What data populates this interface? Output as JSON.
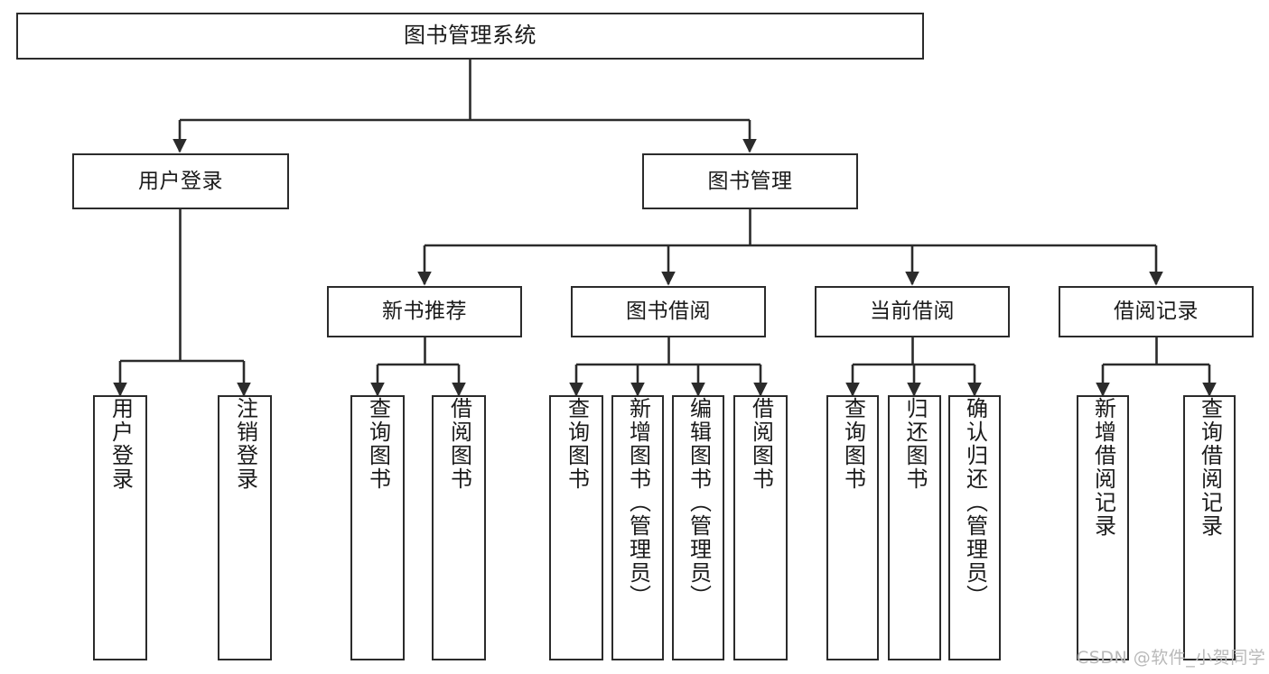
{
  "diagram": {
    "title": "图书管理系统",
    "type": "tree-hierarchy-chart",
    "colors": {
      "stroke": "#2b2b2b",
      "box_fill": "#ffffff",
      "text": "#1a1a1a",
      "watermark": "#b9b9b9",
      "background": "#ffffff"
    },
    "nodes": {
      "root": "图书管理系统",
      "level2": {
        "user_login": "用户登录",
        "book_manage": "图书管理"
      },
      "level3": {
        "new_book_recommend": "新书推荐",
        "book_borrow": "图书借阅",
        "current_borrow": "当前借阅",
        "borrow_record": "借阅记录"
      },
      "leaves": {
        "user_login_children": [
          "用户登录",
          "注销登录"
        ],
        "new_book_recommend_children": [
          "查询图书",
          "借阅图书"
        ],
        "book_borrow_children": [
          "查询图书",
          "新增图书（管理员）",
          "编辑图书（管理员）",
          "借阅图书"
        ],
        "current_borrow_children": [
          "查询图书",
          "归还图书",
          "确认归还（管理员）"
        ],
        "borrow_record_children": [
          "新增借阅记录",
          "查询借阅记录"
        ]
      }
    },
    "watermark": "CSDN @软件_小贺同学"
  }
}
